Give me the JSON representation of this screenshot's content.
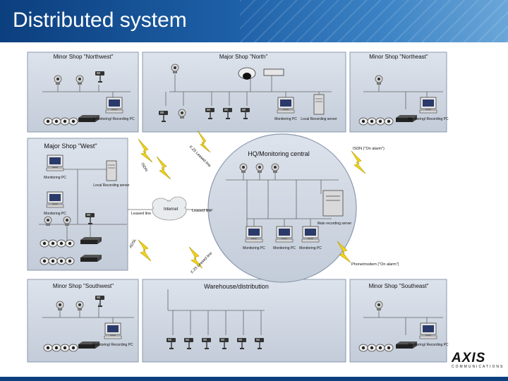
{
  "slide": {
    "title": "Distributed system"
  },
  "logo": {
    "brand": "AXIS",
    "tagline": "COMMUNICATIONS"
  },
  "colors": {
    "header": "#1d5fa6",
    "panel": "#cbd3df",
    "panel_border": "#8b98ad",
    "lightning": "#f2d41a"
  },
  "diagram": {
    "shops": {
      "nw": {
        "title": "Minor Shop \"Northwest\"",
        "pc": "Monitoring/ Recording PC"
      },
      "north": {
        "title": "Major Shop \"North\"",
        "pc": "Monitoring PC",
        "server": "Local Recording server"
      },
      "ne": {
        "title": "Minor Shop \"Northeast\"",
        "pc": "Monitoring/ Recording PC"
      },
      "west": {
        "title": "Major Shop \"West\"",
        "pc1": "Monitoring PC",
        "server": "Local Recording server",
        "pc2": "Monitoring PC"
      },
      "sw": {
        "title": "Minor Shop \"Southwest\"",
        "pc": "Monitoring/ Recording PC"
      },
      "se": {
        "title": "Minor Shop \"Southeast\"",
        "pc": "Monitoring/ Recording PC"
      },
      "warehouse": {
        "title": "Warehouse/distribution"
      }
    },
    "hq": {
      "title": "HQ/Monitoring central",
      "server": "Main recording server",
      "pc1": "Monitoring PC",
      "pc2": "Monitoring PC",
      "pc3": "Monitoring PC"
    },
    "links": {
      "x25_top": "X.25 Leased line",
      "isdn_left": "ISDN",
      "isdn_right": "ISDN (\"On alarm\")",
      "internet": "Internet",
      "leased_left": "Leased line",
      "leased_right": "Leased line",
      "adsl": "ADSL",
      "x25_bottom": "X.25 Leased line",
      "phone": "Phone/modem (\"On alarm\")"
    }
  }
}
